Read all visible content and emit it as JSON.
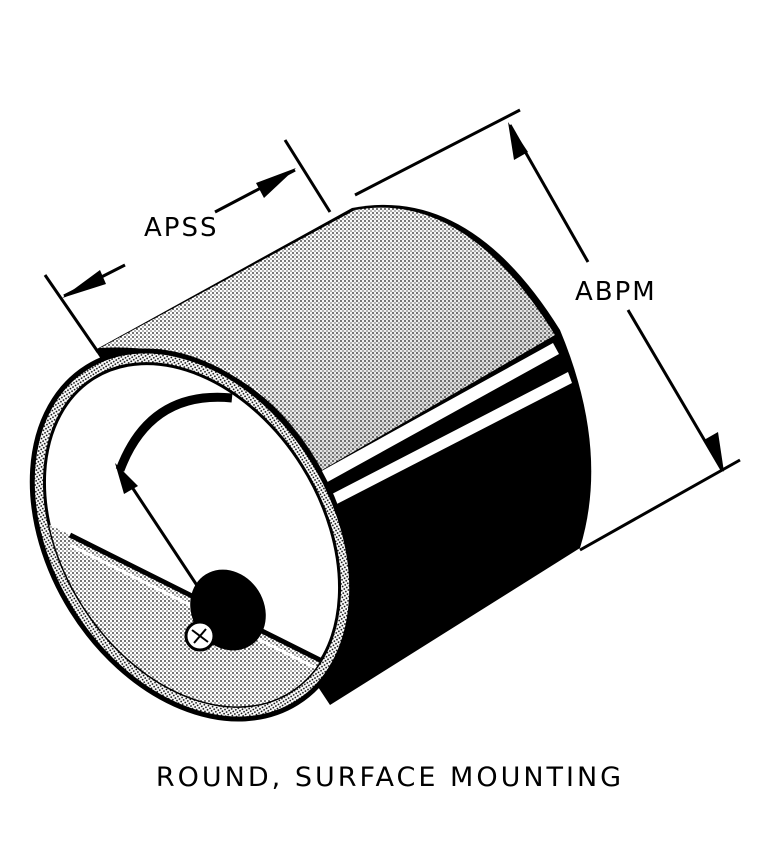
{
  "dimensions": {
    "apss": "APSS",
    "abpm": "ABPM"
  },
  "caption": "ROUND, SURFACE MOUNTING",
  "colors": {
    "ink": "#000000",
    "paper": "#ffffff"
  }
}
